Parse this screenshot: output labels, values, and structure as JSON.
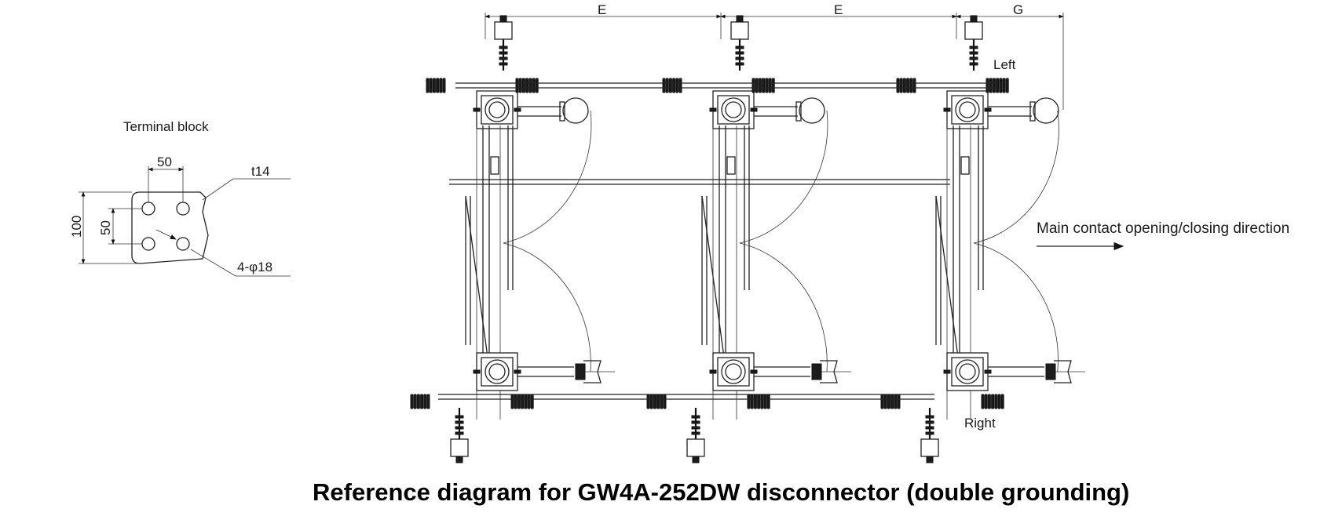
{
  "terminal_block": {
    "title": "Terminal block",
    "dim_hole_spacing_h": "50",
    "dim_hole_spacing_v": "50",
    "dim_height": "100",
    "thickness": "t14",
    "holes": "4-φ18"
  },
  "dimensions": {
    "e1": "E",
    "e2": "E",
    "g": "G"
  },
  "labels": {
    "left": "Left",
    "right": "Right",
    "direction": "Main contact opening/closing direction"
  },
  "caption": "Reference diagram for GW4A-252DW disconnector (double grounding)",
  "colors": {
    "line": "#222222",
    "background": "#ffffff"
  }
}
